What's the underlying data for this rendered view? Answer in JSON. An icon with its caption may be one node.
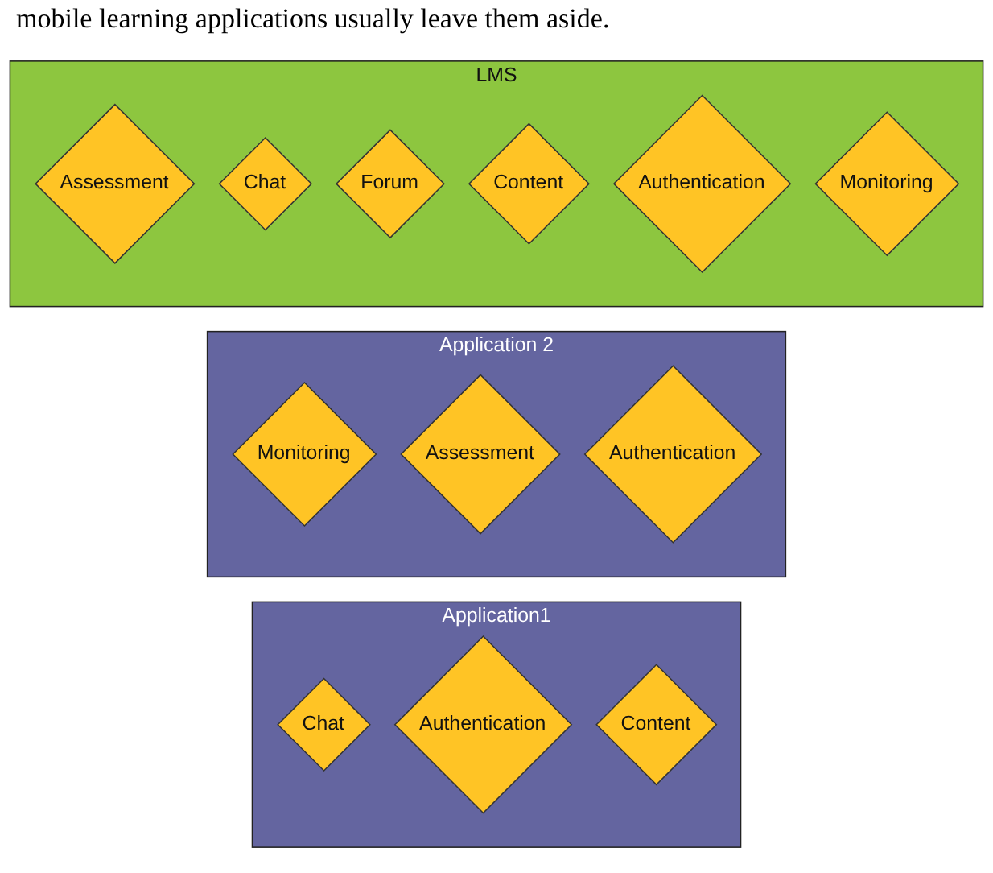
{
  "diagram": {
    "nodes": [
      {
        "text": [
          "Application1"
        ]
      },
      {
        "text": [
          "Chat"
        ],
        "in": 0
      },
      {
        "text": [
          "Authentication"
        ],
        "in": 0
      },
      {
        "text": [
          "Content"
        ],
        "in": 0
      },
      {
        "text": [
          "Application 2"
        ]
      },
      {
        "text": [
          "Monitoring"
        ],
        "in": 4
      },
      {
        "text": [
          "Assessment"
        ],
        "in": 4
      },
      {
        "text": [
          "Authentication"
        ],
        "in": 4
      },
      {
        "text": [
          "LMS"
        ]
      },
      {
        "text": [
          "Assessment"
        ],
        "in": 8
      },
      {
        "text": [
          "Chat"
        ],
        "in": 8
      },
      {
        "text": [
          "Forum"
        ],
        "in": 8
      },
      {
        "text": [
          "Content"
        ],
        "in": 8
      },
      {
        "text": [
          "Authentication"
        ],
        "in": 8
      },
      {
        "text": [
          "Monitoring"
        ],
        "in": 8
      }
    ],
    "labels": [
      "mobile learning applications usually leave them aside."
    ]
  }
}
